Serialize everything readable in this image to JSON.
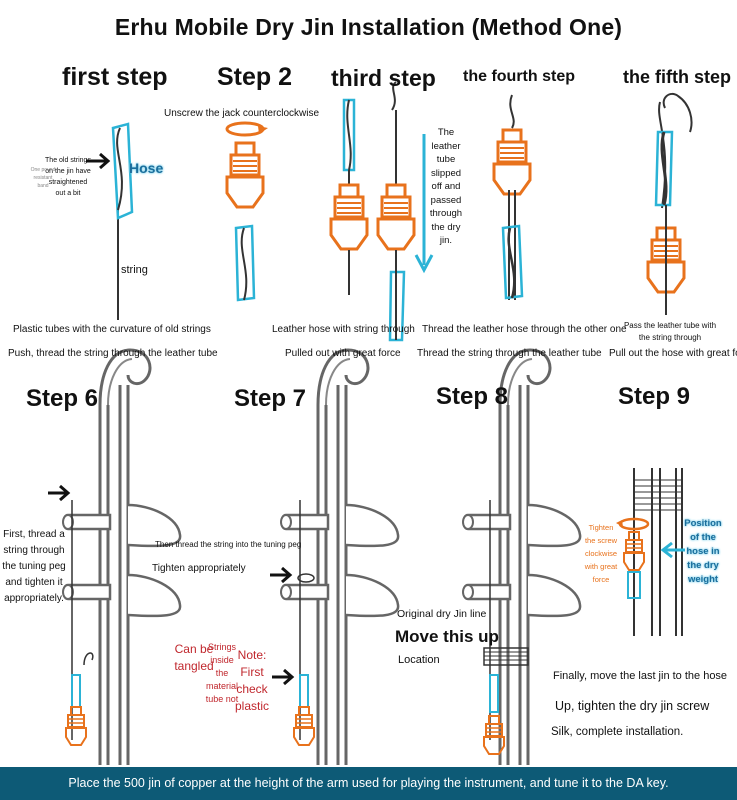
{
  "title": "Erhu Mobile Dry Jin Installation (Method One)",
  "top_steps": [
    {
      "heading": "first step"
    },
    {
      "heading": "Step 2"
    },
    {
      "heading": "third step"
    },
    {
      "heading": "the fourth step"
    },
    {
      "heading": "the fifth step"
    }
  ],
  "bottom_steps": [
    {
      "heading": "Step 6"
    },
    {
      "heading": "Step 7"
    },
    {
      "heading": "Step 8"
    },
    {
      "heading": "Step 9"
    }
  ],
  "step1": {
    "note": "The old strings on the jin have straightened out a bit",
    "faint_note": "One pound resistant band",
    "hose_label": "Hose",
    "string_label": "string",
    "cap1": "Plastic tubes with the curvature of old strings",
    "cap2": "Push, thread the string through the leather tube"
  },
  "step2": {
    "note": "Unscrew the jack counterclockwise"
  },
  "step3": {
    "note": "The leather tube slipped off and passed through the dry jin.",
    "cap1": "Leather hose with string through",
    "cap2": "Pulled out with great force"
  },
  "step4": {
    "cap1": "Thread the leather hose through the other one",
    "cap2": "Thread the string through the leather tube"
  },
  "step5": {
    "cap1": "Pass the leather tube with the string through",
    "cap2": "Pull out the hose with great force"
  },
  "step6": {
    "note": "First, thread a string through the tuning peg and tighten it appropriately."
  },
  "step7": {
    "note1": "Then thread the string into the tuning peg",
    "note2": "Tighten appropriately",
    "red1": "Can be tangled",
    "red2": "Strings inside the material tube not",
    "red3": "Note: First check plastic"
  },
  "step8": {
    "note1": "Original dry Jin line",
    "note2": "Move this up",
    "note3": "Location",
    "final1": "Finally, move the last jin to the hose",
    "final2": "Up, tighten the dry jin screw",
    "final3": "Silk, complete installation."
  },
  "step9": {
    "screw_note": "Tighten the screw clockwise with great force",
    "position_note": "Position of the hose in the dry weight"
  },
  "footer": "Place the 500 jin of copper at the height of the arm used for playing the instrument, and tune it to the DA key.",
  "colors": {
    "orange": "#e8721c",
    "blue": "#2bb3d6",
    "footer_bg": "#0d5a76",
    "red": "#c0272d"
  }
}
